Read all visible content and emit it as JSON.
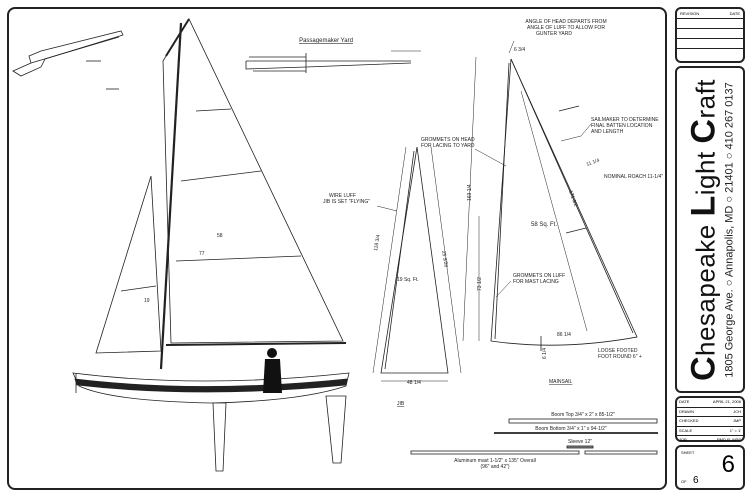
{
  "drawing": {
    "yard_detail": {
      "title": "Passagemaker Yard"
    },
    "gunter_note": [
      "ANGLE OF HEAD DEPARTS FROM",
      "ANGLE OF LUFF TO ALLOW FOR",
      "GUNTER YARD"
    ],
    "grommets_head": [
      "GROMMETS ON HEAD",
      "FOR LACING TO YARD"
    ],
    "sailmaker_note": [
      "SAILMAKER TO DETERMINE",
      "FINAL BATTEN LOCATION",
      "AND LENGTH"
    ],
    "nominal_roach": "NOMINAL ROACH 11-1/4\"",
    "wire_luff": [
      "WIRE LUFF",
      "JIB IS SET \"FLYING\""
    ],
    "grommets_luff": [
      "GROMMETS ON LUFF",
      "FOR MAST LACING"
    ],
    "loose_footed": [
      "LOOSE FOOTED",
      "FOOT ROUND 6\" +"
    ],
    "jib_area": "19 Sq. Ft.",
    "main_area": "58 Sq. Ft.",
    "jib_label": "JIB",
    "mainsail_label": "MAINSAIL",
    "dims": {
      "head": "6 3/4",
      "main_luff_total": "163 1/4",
      "main_lower": "73 1/2",
      "main_leech": "171 1/2",
      "batten": "11 1/4",
      "main_foot": "86 1/4",
      "foot_round": "6 1/4",
      "jib_luff": "118 3/4",
      "jib_leech": "25 3/20",
      "jib_foot": "48 1/4",
      "boat_58": "58",
      "boat_77": "77",
      "boat_19": "19"
    },
    "spars": {
      "boom_top": "Boom Top 3/4\" x 2\" x 85-1/2\"",
      "boom_bottom": "Boom Bottom 3/4\" x 1\" x 94-1/2\"",
      "sleeve": "Sleeve 12\"",
      "mast": "Aluminum mast 1-1/2\" x 135\" Overall",
      "mast_sub": "(96\" and 42\")"
    }
  },
  "title_block": {
    "revision_label": "REVISION",
    "date_label": "DATE",
    "company_parts": [
      "C",
      "hesapeake ",
      "L",
      "ight ",
      "C",
      "raft"
    ],
    "address": "1805 George Ave.  ○  Annapolis, MD ○ 21401  ○  410 267 0137",
    "info": [
      {
        "label": "DATE",
        "value": "APRIL 21, 2006"
      },
      {
        "label": "DRAWN",
        "value": "JCH"
      },
      {
        "label": "CHECKED",
        "value": "JMP"
      },
      {
        "label": "SCALE",
        "value": "1\" = 1'"
      },
      {
        "label": "JOB",
        "value": "PMD FLAIRE"
      }
    ],
    "sheet_label": "SHEET",
    "sheet_number": "6",
    "of_label": "OF",
    "of_number": "6"
  }
}
